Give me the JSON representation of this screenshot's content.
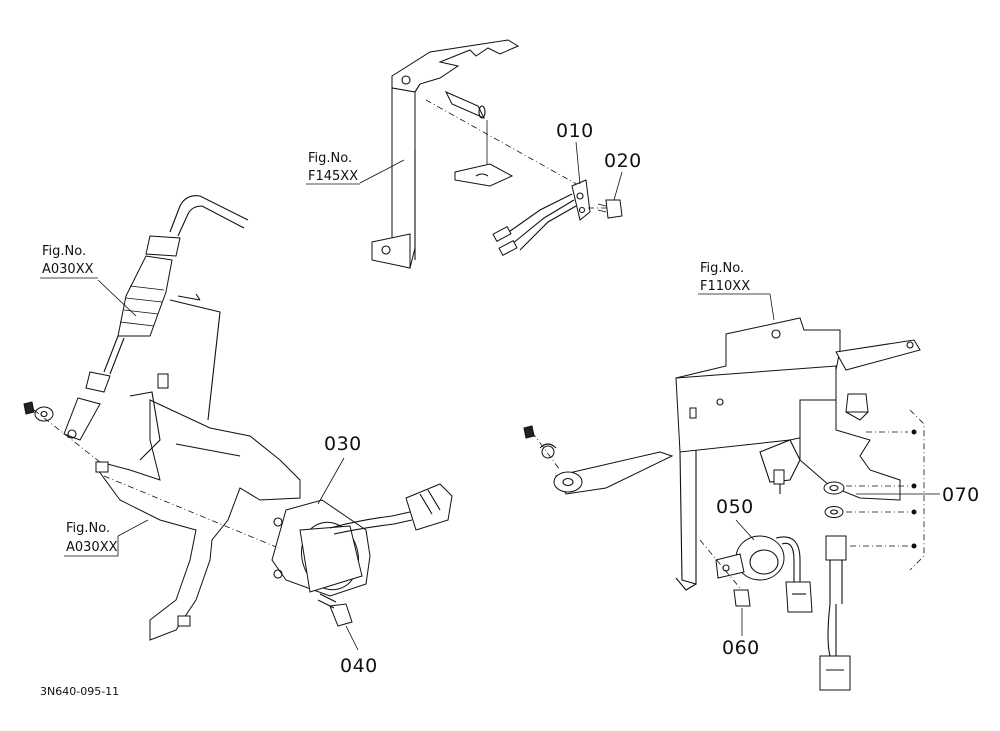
{
  "refs": {
    "f145": {
      "line1": "Fig.No.",
      "line2": "F145XX"
    },
    "a030_top": {
      "line1": "Fig.No.",
      "line2": "A030XX"
    },
    "a030_bottom": {
      "line1": "Fig.No.",
      "line2": "A030XX"
    },
    "f110": {
      "line1": "Fig.No.",
      "line2": "F110XX"
    }
  },
  "parts": {
    "p010": "010",
    "p020": "020",
    "p030": "030",
    "p040": "040",
    "p050": "050",
    "p060": "060",
    "p070": "070"
  },
  "drawing_code": "3N640-095-11"
}
